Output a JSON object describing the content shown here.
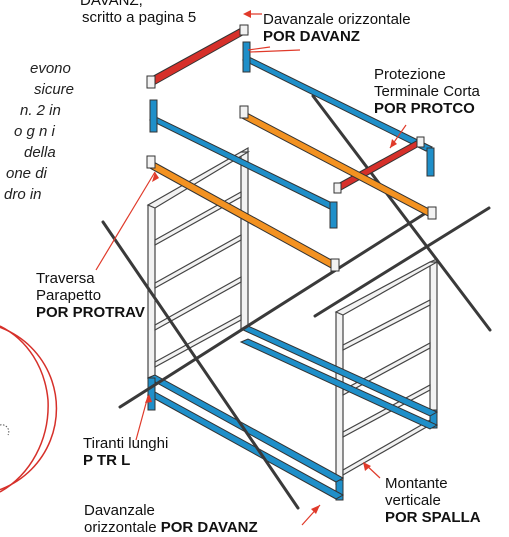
{
  "top_text": {
    "line1": "DAVANZ,",
    "line2": "scritto a pagina 5"
  },
  "side_text": [
    "evono",
    "sicure",
    "n. 2 in",
    "o g n i",
    "della",
    "one di",
    "dro  in"
  ],
  "labels": {
    "davanz_top": {
      "line1": "Davanzale orizzontale",
      "code": "POR DAVANZ"
    },
    "protco": {
      "line1": "Protezione",
      "line2": "Terminale Corta",
      "code": "POR PROTCO"
    },
    "protrav": {
      "line1": "Traversa",
      "line2": "Parapetto",
      "code": "POR PROTRAV"
    },
    "tiranti": {
      "line1": "Tiranti lunghi",
      "code": "P TR L"
    },
    "davanz_bottom": {
      "line1": "Davanzale",
      "line2": "orizzontale",
      "code": "POR DAVANZ"
    },
    "spalla": {
      "line1": "Montante",
      "line2": "verticale",
      "code": "POR SPALLA"
    }
  },
  "colors": {
    "blue": "#1f8fc9",
    "red": "#d6302a",
    "orange": "#f39221",
    "frame": "#f2f2f2",
    "rod": "#3a3a3a",
    "leader": "#e03a2a"
  }
}
